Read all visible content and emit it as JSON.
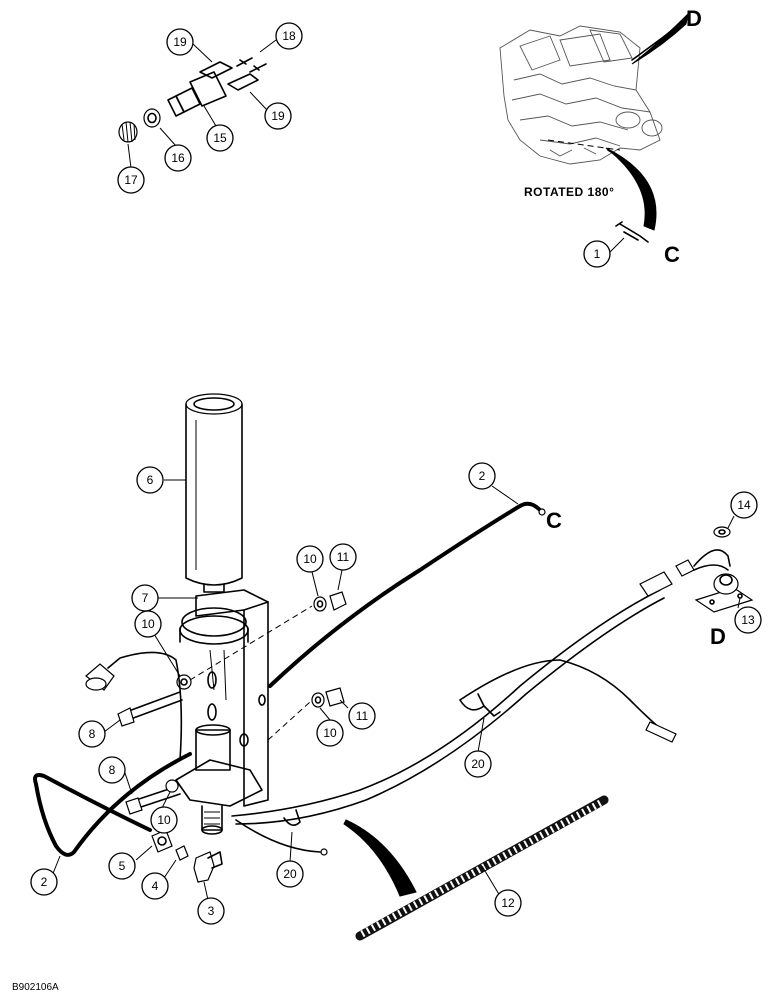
{
  "diagram": {
    "note": "ROTATED 180°",
    "figure_id": "B902106A",
    "letters": {
      "c_top": "C",
      "d_top": "D",
      "c_wire": "C",
      "d_sensor": "D"
    },
    "callouts": {
      "c19a": "19",
      "c18": "18",
      "c19b": "19",
      "c15": "15",
      "c16": "16",
      "c17": "17",
      "c1": "1",
      "c6": "6",
      "c2a": "2",
      "c14": "14",
      "c10a": "10",
      "c11a": "11",
      "c7": "7",
      "c10b": "10",
      "c13": "13",
      "c8a": "8",
      "c10c": "10",
      "c11b": "11",
      "c20a": "20",
      "c8b": "8",
      "c10d": "10",
      "c2b": "2",
      "c5": "5",
      "c4": "4",
      "c3": "3",
      "c20b": "20",
      "c12": "12"
    }
  }
}
